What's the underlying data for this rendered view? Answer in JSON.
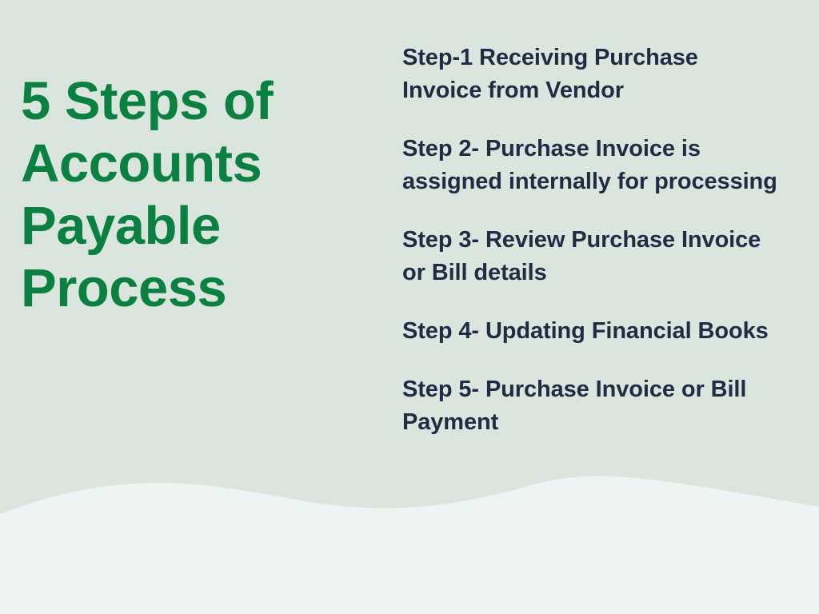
{
  "slide": {
    "background_color": "#dae5de",
    "wave_color": "#eef4f3"
  },
  "title": {
    "color": "#0b8040",
    "lines": [
      "5 Steps of",
      "Accounts",
      "Payable",
      "Process"
    ],
    "full_text": "5 Steps of Accounts Payable Process"
  },
  "steps": {
    "color": "#1f2d44",
    "items": [
      {
        "text": "Step-1 Receiving Purchase Invoice from Vendor"
      },
      {
        "text": "Step 2- Purchase Invoice is assigned internally for processing"
      },
      {
        "text": "Step 3- Review Purchase Invoice or Bill details"
      },
      {
        "text": "Step 4- Updating Financial Books"
      },
      {
        "text": "Step 5- Purchase Invoice or Bill Payment"
      }
    ]
  }
}
